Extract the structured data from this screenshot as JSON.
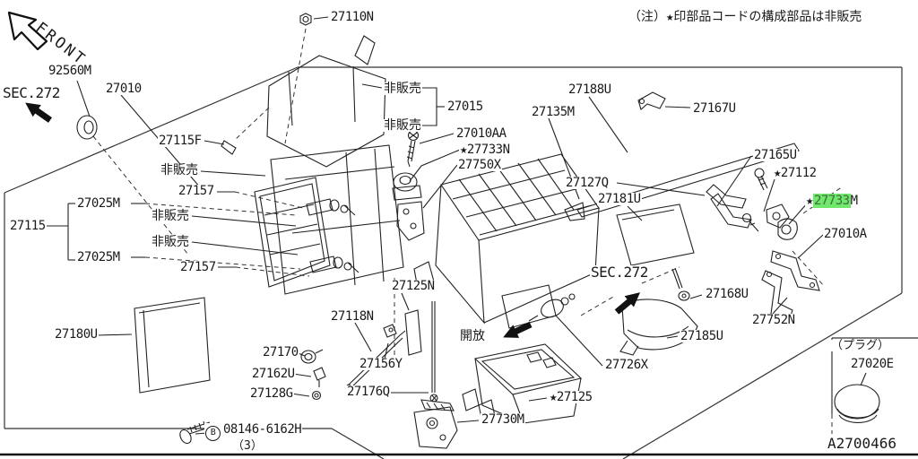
{
  "header": {
    "front": "FRONT",
    "note": "（注）★印部品コードの構成部品は非販売"
  },
  "footer": {
    "diagram_code": "A2700466"
  },
  "sections": {
    "left": "SEC.272",
    "right": "SEC.272"
  },
  "annotations": {
    "open": "開放",
    "not_for_sale": "非販売",
    "plug_title": "（プラグ）"
  },
  "parts": {
    "p92560M": "92560M",
    "p27010": "27010",
    "p27110N": "27110N",
    "p27115F": "27115F",
    "p27015": "27015",
    "p27010AA": "27010AA",
    "p27733N": "★27733N",
    "p27750X": "27750X",
    "p27135M": "27135M",
    "p27188U": "27188U",
    "p27167U": "27167U",
    "p27127Q": "27127Q",
    "p27181U": "27181U",
    "p27165U": "27165U",
    "p27112": "★27112",
    "p27010A": "27010A",
    "p27025M": "27025M",
    "p27157": "27157",
    "p27115": "27115",
    "p27180U": "27180U",
    "p27118N": "27118N",
    "p27170": "27170",
    "p27162U": "27162U",
    "p27128G": "27128G",
    "p27156Y": "27156Y",
    "p27176Q": "27176Q",
    "p27125N": "27125N",
    "p27168U": "27168U",
    "p27752N": "27752N",
    "p27185U": "27185U",
    "p27726X": "27726X",
    "p27125": "★27125",
    "p27730M": "27730M",
    "p27020E": "27020E"
  },
  "highlighted_part": {
    "star": "★",
    "code": "27733",
    "suffix": "M",
    "highlight_color": "#6fe86b"
  },
  "hardware_ref": {
    "prefix": "B",
    "code": "08146-6162H",
    "qty": "（3）"
  }
}
